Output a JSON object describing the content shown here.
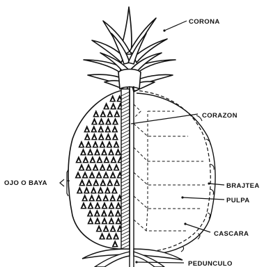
{
  "labels": {
    "corona": "CORONA",
    "corazon": "CORAZON",
    "bractea": "BRAJTEA",
    "pulpa": "PULPA",
    "cascara": "CASCARA",
    "pedunculo": "PEDUNCULO",
    "ojo_baya": "OJO O BAYA"
  },
  "colors": {
    "ink": "#111111",
    "paper": "#ffffff"
  }
}
